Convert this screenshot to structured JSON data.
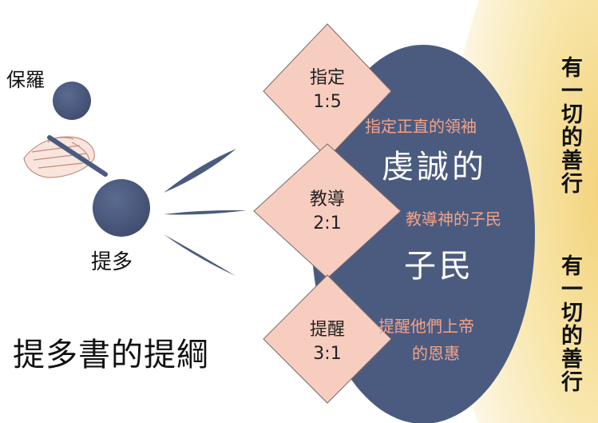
{
  "people": {
    "paul": "保羅",
    "titus": "提多"
  },
  "title": "提多書的提綱",
  "diamonds": [
    {
      "name": "指定",
      "ref": "1:5"
    },
    {
      "name": "教導",
      "ref": "2:1"
    },
    {
      "name": "提醒",
      "ref": "3:1"
    }
  ],
  "oval": {
    "point1": "指定正直的領袖",
    "big1": "虔誠的",
    "point2": "教導神的子民",
    "big2": "子民",
    "point3_line1": "提醒他們上帝",
    "point3_line2": "的恩惠"
  },
  "side_text": {
    "top": "有一切的善行",
    "bottom": "有一切的善行"
  },
  "colors": {
    "navy": "#4b5b80",
    "diamond_fill": "#f7cdc0",
    "oval_text": "#f2a388",
    "glow": "#f8e6a6"
  }
}
